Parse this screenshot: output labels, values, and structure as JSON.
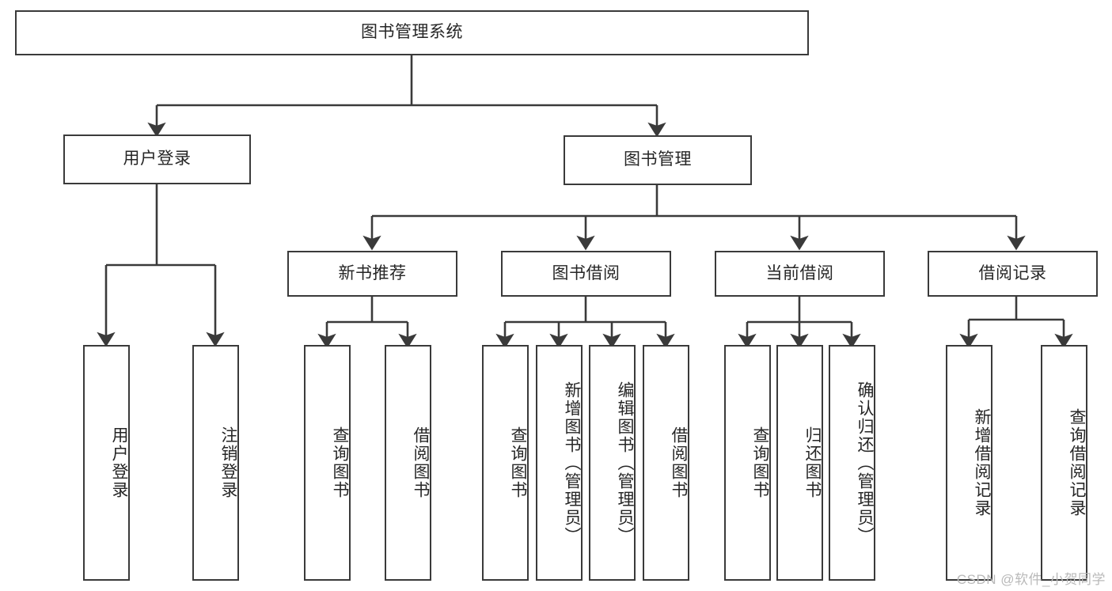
{
  "diagram": {
    "title": "图书管理系统",
    "type": "tree-hierarchy-diagram",
    "watermark": "CSDN @软件_小贺同学",
    "colors": {
      "stroke": "#3a3a3a",
      "fill": "#ffffff",
      "text": "#262626",
      "watermark": "#b9b9b9"
    },
    "levels": {
      "root": {
        "label": "图书管理系统"
      },
      "level1": [
        {
          "label": "用户登录"
        },
        {
          "label": "图书管理"
        }
      ],
      "level2": [
        {
          "label": "新书推荐"
        },
        {
          "label": "图书借阅"
        },
        {
          "label": "当前借阅"
        },
        {
          "label": "借阅记录"
        }
      ],
      "leaves": {
        "user_login": [
          {
            "label": "用户登录"
          },
          {
            "label": "注销登录"
          }
        ],
        "new_book_recommend": [
          {
            "label": "查询图书"
          },
          {
            "label": "借阅图书"
          }
        ],
        "book_borrow": [
          {
            "label": "查询图书"
          },
          {
            "label": "新增图书（管理员）"
          },
          {
            "label": "编辑图书（管理员）"
          },
          {
            "label": "借阅图书"
          }
        ],
        "current_borrow": [
          {
            "label": "查询图书"
          },
          {
            "label": "归还图书"
          },
          {
            "label": "确认归还（管理员）"
          }
        ],
        "borrow_record": [
          {
            "label": "新增借阅记录"
          },
          {
            "label": "查询借阅记录"
          }
        ]
      }
    }
  }
}
